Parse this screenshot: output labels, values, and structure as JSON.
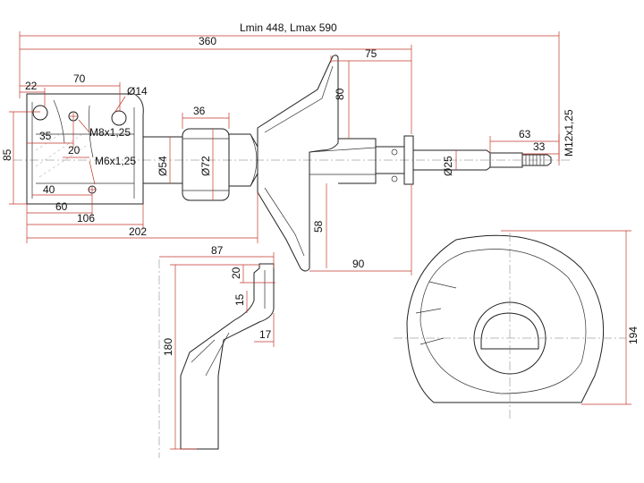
{
  "dimensions": {
    "length": "Lmin 448, Lmax 590",
    "total": "360",
    "d75": "75",
    "d80": "80",
    "d70": "70",
    "d22": "22",
    "d14": "Ø14",
    "d36": "36",
    "d35": "35",
    "m8": "M8x1,25",
    "d20a": "20",
    "m6": "M6x1,25",
    "d85": "85",
    "d54": "Ø54",
    "d72": "Ø72",
    "d40": "40",
    "d60": "60",
    "d106": "106",
    "d202": "202",
    "d58": "58",
    "d90": "90",
    "d25": "Ø25",
    "d63": "63",
    "d33": "33",
    "m12": "M12x1,25",
    "d87": "87",
    "d20b": "20",
    "d15": "15",
    "d17": "17",
    "d180": "180",
    "d194": "194"
  },
  "colors": {
    "outline": "#222222",
    "dimension": "#c0392b",
    "axis": "#777777",
    "background": "#ffffff"
  }
}
